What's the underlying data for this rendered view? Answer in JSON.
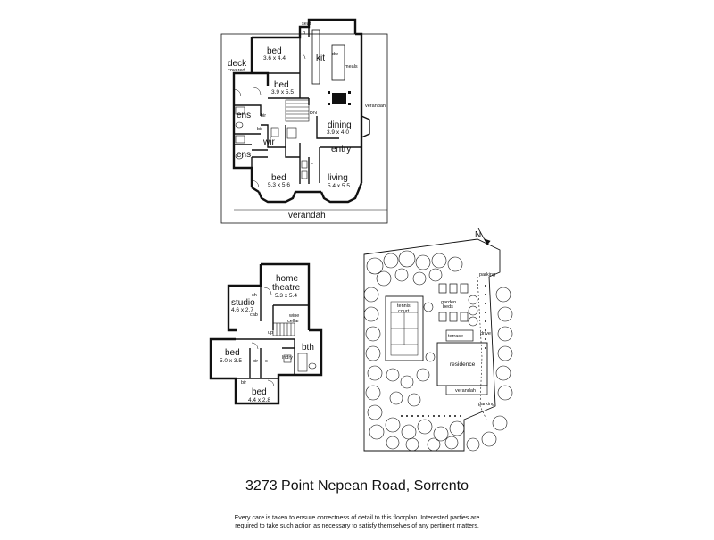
{
  "address": "3273 Point Nepean Road, Sorrento",
  "disclaimer": [
    "Every care is taken to ensure correctness of detail to this floorplan. Interested parties are",
    "required to take such action as necessary to satisfy themselves of any pertinent matters."
  ],
  "ground": {
    "seat": "seat",
    "deck": "deck",
    "deck_sub": "covered",
    "bed1": "bed",
    "bed1_dim": "3.6 x 4.4",
    "bed2": "bed",
    "bed2_dim": "3.9 x 5.5",
    "bed3": "bed",
    "bed3_dim": "5.3 x 5.6",
    "kit": "kit",
    "dw": "dw",
    "meals": "meals",
    "dining": "dining",
    "dining_dim": "3.9 x 4.0",
    "verandah_side": "verandah",
    "ens1": "ens",
    "ens2": "ens",
    "wir": "wir",
    "bir": "bir",
    "dn": "DN",
    "entry": "entry",
    "living": "living",
    "living_dim": "5.4 x 5.5",
    "verandah_bottom": "verandah",
    "c": "c",
    "p": "p",
    "l": "l"
  },
  "lower": {
    "home_theatre_1": "home",
    "home_theatre_2": "theatre",
    "home_theatre_dim": "5.3 x 5.4",
    "studio": "studio",
    "studio_dim": "4.6 x 2.7",
    "wine1": "wine",
    "wine2": "cellar",
    "sh": "sh",
    "cab": "cab",
    "up": "up",
    "bed4": "bed",
    "bed4_dim": "5.0 x 3.5",
    "bth": "bth",
    "lndry": "lndry",
    "bir": "bir",
    "c": "c",
    "bir2": "bir",
    "bed5": "bed",
    "bed5_dim": "4.4 x 2.8"
  },
  "site": {
    "north": "N",
    "parking_top": "parking",
    "parking_bottom": "parking",
    "tennis1": "tennis",
    "tennis2": "court",
    "garden1": "garden",
    "garden2": "beds",
    "terrace": "terrace",
    "drive": "drive",
    "residence": "residence",
    "verandah": "verandah"
  }
}
